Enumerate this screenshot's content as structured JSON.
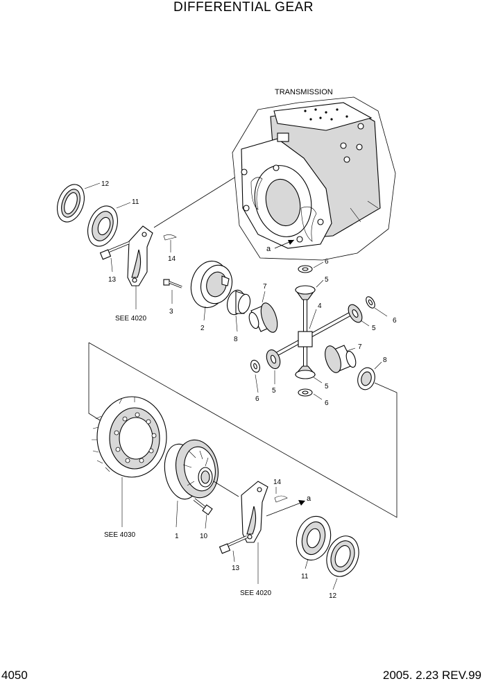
{
  "title": "DIFFERENTIAL GEAR",
  "page_number": "4050",
  "revision": "2005. 2.23 REV.99",
  "captions": {
    "transmission": "TRANSMISSION",
    "see_4020_top": "SEE 4020",
    "see_4020_bottom": "SEE 4020",
    "see_4030": "SEE 4030",
    "ref_a_top": "a",
    "ref_a_bottom": "a"
  },
  "part_numbers": {
    "p12_top": "12",
    "p11_top": "11",
    "p14_top": "14",
    "p13_top": "13",
    "p3": "3",
    "p2": "2",
    "p8_left": "8",
    "p7_top": "7",
    "p6_top": "6",
    "p5_top": "5",
    "p4": "4",
    "p5_right": "5",
    "p6_right": "6",
    "p7_right": "7",
    "p8_right": "8",
    "p6_left": "6",
    "p5_left": "5",
    "p5_bottom": "5",
    "p6_bottom": "6",
    "p14_bottom": "14",
    "p1": "1",
    "p10": "10",
    "p13_bottom": "13",
    "p11_bottom": "11",
    "p12_bottom": "12"
  }
}
